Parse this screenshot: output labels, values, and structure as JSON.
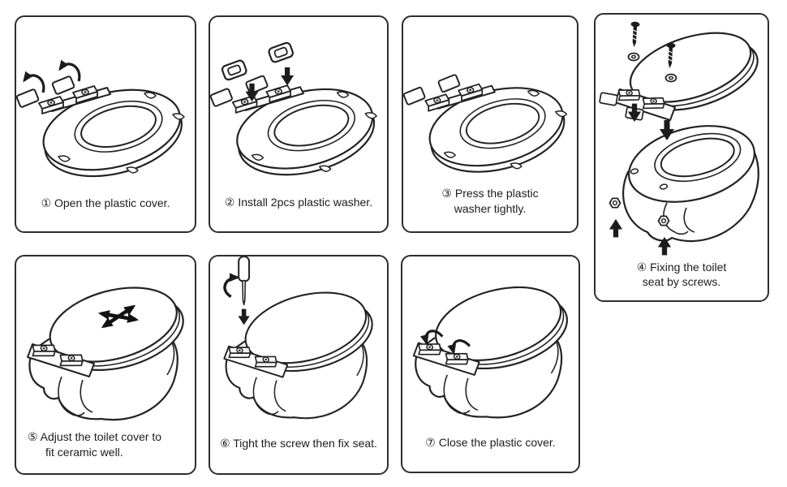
{
  "document": {
    "title_hidden": "",
    "background_color": "#ffffff",
    "line_art_color": "#222222"
  },
  "steps": [
    {
      "step": 1,
      "caption": "① Open the plastic cover."
    },
    {
      "step": 2,
      "caption": "② Install 2pcs plastic washer."
    },
    {
      "step": 3,
      "caption": "③ Press the plastic\nwasher tightly."
    },
    {
      "step": 4,
      "caption": "④ Fixing the toilet\nseat by screws."
    },
    {
      "step": 5,
      "caption": "⑤ Adjust the toilet cover to\nfit ceramic well."
    },
    {
      "step": 6,
      "caption": "⑥ Tight the screw then fix seat."
    },
    {
      "step": 7,
      "caption": "⑦ Close the plastic cover."
    }
  ]
}
